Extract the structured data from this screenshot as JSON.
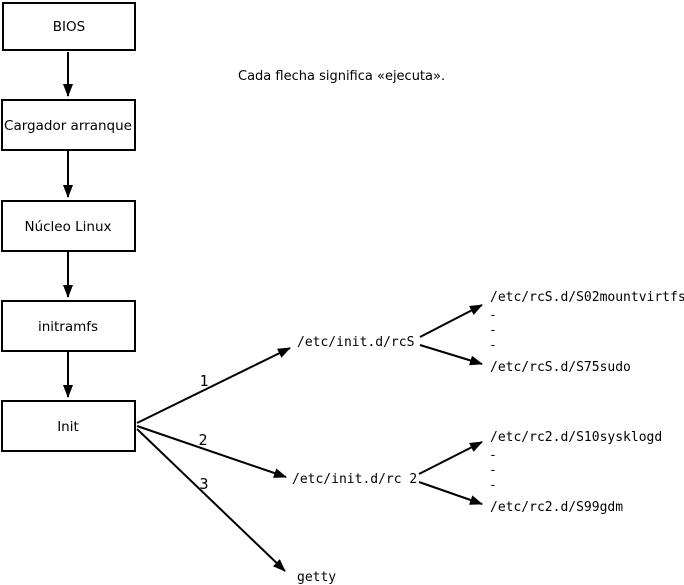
{
  "colors": {
    "background": "#ffffff",
    "line": "#000000",
    "text": "#000000"
  },
  "annotation": "Cada flecha significa «ejecuta».",
  "flow_boxes": [
    {
      "label": "BIOS"
    },
    {
      "label": "Cargador arranque"
    },
    {
      "label": "Núcleo Linux"
    },
    {
      "label": "initramfs"
    },
    {
      "label": "Init"
    }
  ],
  "init_branches": [
    {
      "number": "1",
      "target": "/etc/init.d/rcS"
    },
    {
      "number": "2",
      "target": "/etc/init.d/rc 2"
    },
    {
      "number": "3",
      "target": "getty"
    }
  ],
  "rcS_scripts": {
    "first": "/etc/rcS.d/S02mountvirtfs",
    "dashes": [
      "-",
      "-",
      "-"
    ],
    "last": "/etc/rcS.d/S75sudo"
  },
  "rc2_scripts": {
    "first": "/etc/rc2.d/S10sysklogd",
    "dashes": [
      "-",
      "-",
      "-"
    ],
    "last": "/etc/rc2.d/S99gdm"
  }
}
